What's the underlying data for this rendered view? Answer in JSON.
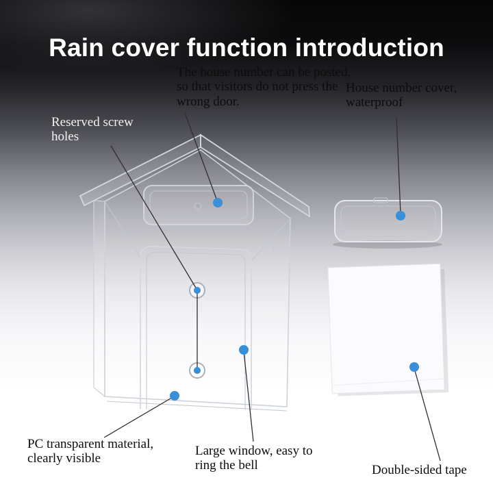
{
  "colors": {
    "title_color": "#ffffff",
    "accent_dot": "#3a8fd9",
    "leader_line": "#2e2e32",
    "background_top": "#060607",
    "background_bottom": "#ffffff",
    "plastic_edge": "#d4d9e0",
    "tape_white": "#fbfbfd"
  },
  "header": {
    "title": "Rain cover function introduction"
  },
  "annotations": {
    "house_number_note": "The house number can be posted, so that visitors do not press the wrong door.",
    "cover_note": "House number cover, waterproof",
    "screw_note": "Reserved screw holes",
    "pc_note": "PC transparent material, clearly visible",
    "window_note": "Large window, easy to ring the bell",
    "tape_note": "Double-sided tape"
  },
  "illustration": {
    "main_item": "transparent-house-shaped-rain-cover",
    "side_item": "house-number-cover",
    "tape_item": "double-sided-tape-sheet"
  }
}
